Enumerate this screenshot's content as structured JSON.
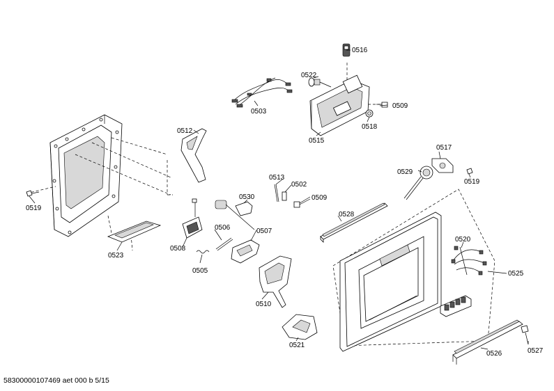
{
  "labels": {
    "p0503": "0503",
    "p0505": "0505",
    "p0506": "0506",
    "p0507": "0507",
    "p0508": "0508",
    "p0509a": "0509",
    "p0509b": "0509",
    "p0510": "0510",
    "p0512": "0512",
    "p0513": "0513",
    "p0502": "0502",
    "p0515": "0515",
    "p0516": "0516",
    "p0517": "0517",
    "p0518": "0518",
    "p0519a": "0519",
    "p0519b": "0519",
    "p0520": "0520",
    "p0521": "0521",
    "p0522": "0522",
    "p0523": "0523",
    "p0525": "0525",
    "p0526": "0526",
    "p0527": "0527",
    "p0528": "0528",
    "p0529": "0529",
    "p0530": "0530"
  },
  "footer": "58300000107469 aet 000 b 5/15"
}
